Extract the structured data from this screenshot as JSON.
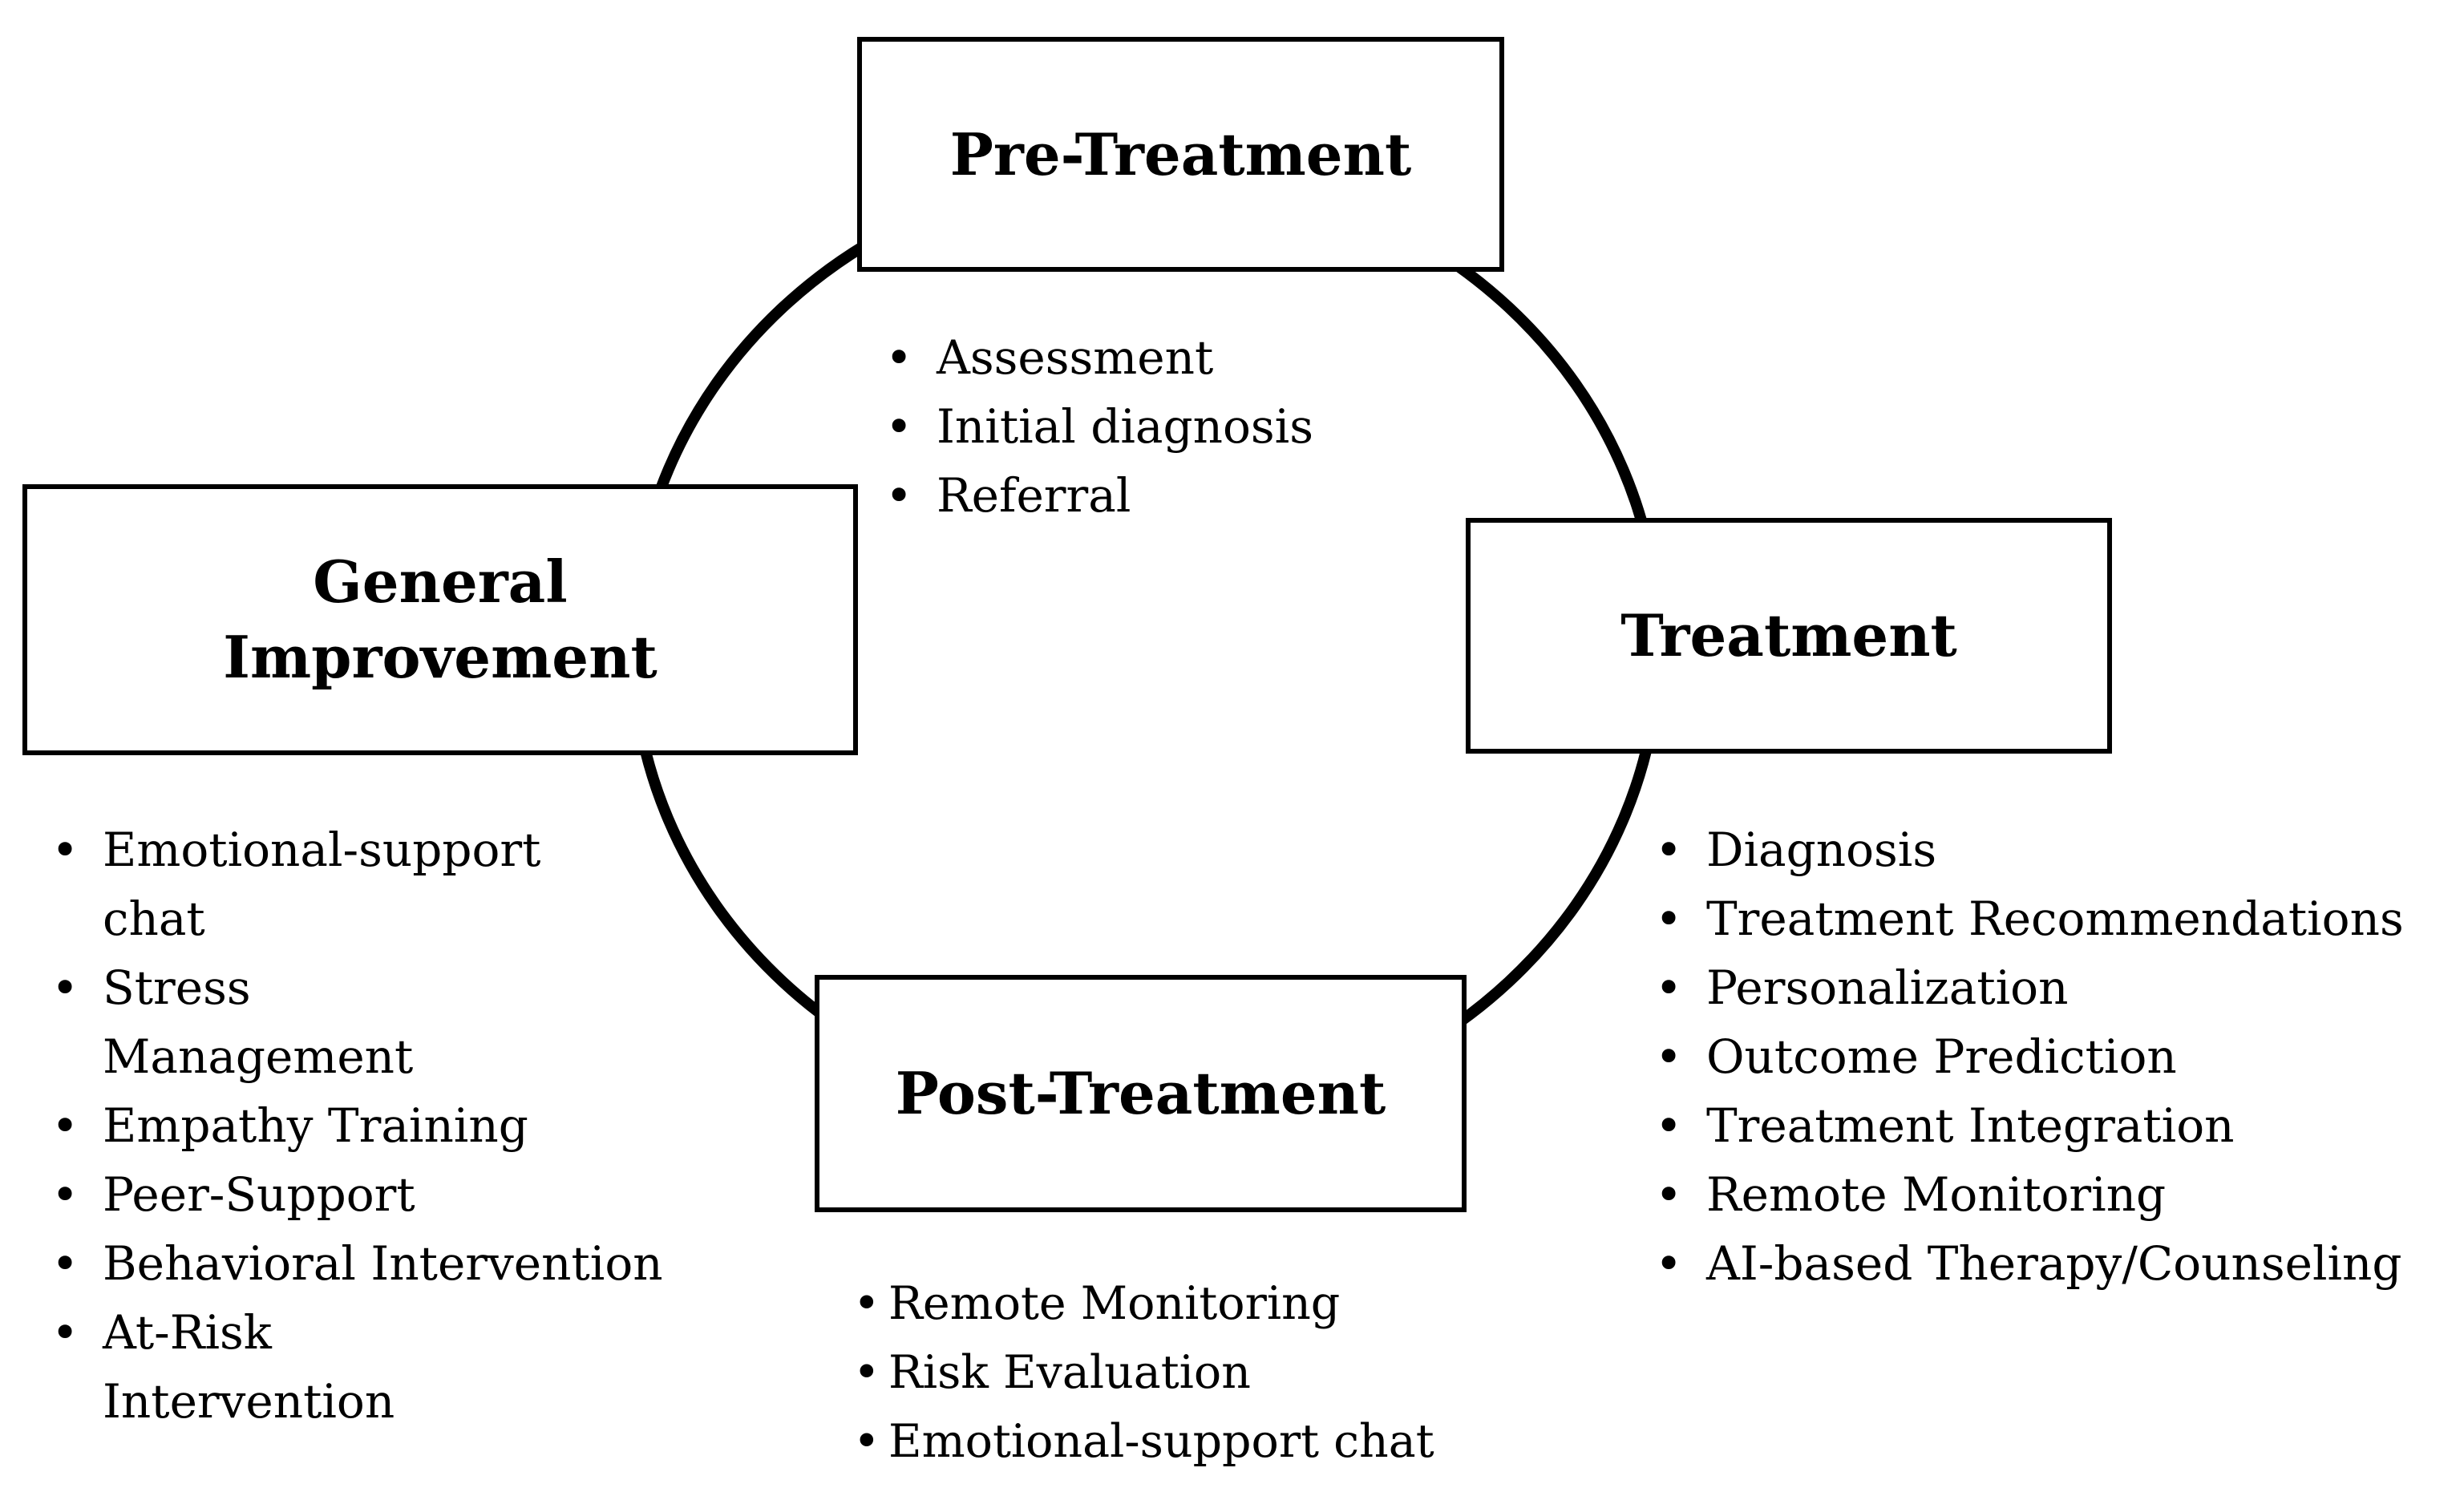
{
  "pre_treatment": {
    "title": "Pre-Treatment",
    "items": [
      "Assessment",
      "Initial diagnosis",
      "Referral"
    ]
  },
  "treatment": {
    "title": "Treatment",
    "items": [
      "Diagnosis",
      "Treatment Recommendations",
      "Personalization",
      "Outcome Prediction",
      "Treatment Integration",
      "Remote Monitoring",
      "AI-based Therapy/Counseling"
    ]
  },
  "post_treatment": {
    "title": "Post-Treatment",
    "items": [
      "Remote Monitoring",
      "Risk Evaluation",
      "Emotional-support chat"
    ]
  },
  "general_improvement": {
    "title_line1": "General",
    "title_line2": "Improvement",
    "items": [
      "Emotional-support chat",
      "Stress Management",
      "Empathy Training",
      "Peer-Support",
      "Behavioral Intervention",
      "At-Risk Intervention"
    ]
  },
  "colors": {
    "stroke": "#000000",
    "background": "#ffffff"
  }
}
